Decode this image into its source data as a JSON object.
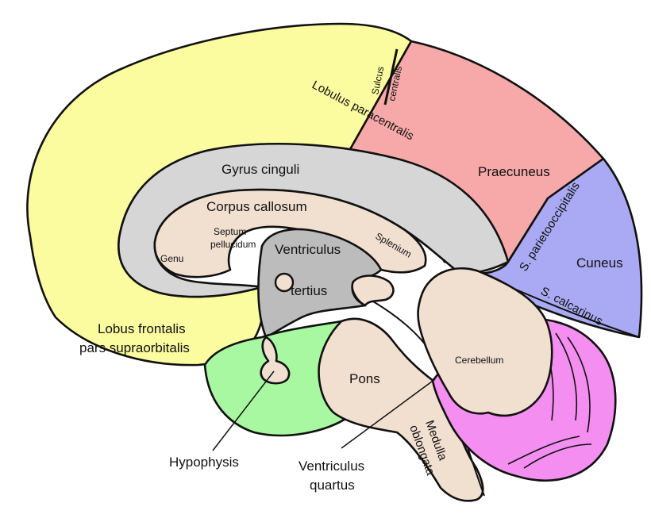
{
  "labels": {
    "sulcus_centralis_1": "Sulcus",
    "sulcus_centralis_2": "centralis",
    "lobulus_paracentralis": "Lobulus paracentralis",
    "gyrus_cinguli": "Gyrus cinguli",
    "praecuneus": "Praecuneus",
    "corpus_callosum": "Corpus callosum",
    "septum_pellucidum_1": "Septum",
    "septum_pellucidum_2": "pellucidum",
    "genu": "Genu",
    "ventriculus_tertius_1": "Ventriculus",
    "ventriculus_tertius_2": "tertius",
    "splenium": "Splenium",
    "s_parietooccipitalis": "S. parietooccipitalis",
    "cuneus": "Cuneus",
    "s_calcarinus": "S. calcarinus",
    "lobus_frontalis_1": "Lobus frontalis",
    "lobus_frontalis_2": "pars supraorbitalis",
    "cerebellum": "Cerebellum",
    "pons": "Pons",
    "medulla_1": "Medulla",
    "medulla_2": "oblongata",
    "hypophysis": "Hypophysis",
    "ventriculus_quartus_1": "Ventriculus",
    "ventriculus_quartus_2": "quartus"
  },
  "colors": {
    "frontal_lobe": "#fbfba0",
    "paracentral_praecuneus": "#f6a9a8",
    "cuneus": "#a9a9f4",
    "gyrus_cinguli": "#d6d6d6",
    "corpus_callosum": "#f1dfd0",
    "ventricle": "#bcbcbc",
    "hypophysis_region": "#a8f7a1",
    "cerebellum_outer": "#f48ef0",
    "brainstem": "#f1dfd0",
    "outline": "#111111"
  }
}
